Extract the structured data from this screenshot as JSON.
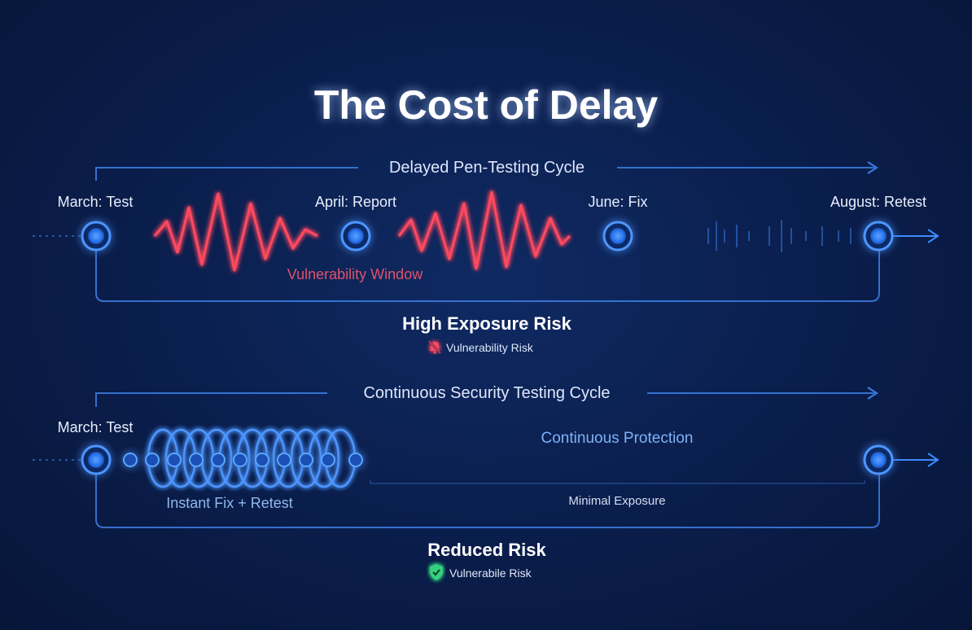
{
  "title": "The Cost of Delay",
  "delayed": {
    "heading": "Delayed Pen-Testing Cycle",
    "milestones": [
      "March: Test",
      "April: Report",
      "June: Fix",
      "August: Retest"
    ],
    "window_label": "Vulnerability Window",
    "risk_title": "High Exposure Risk",
    "risk_label": "Vulnerability Risk",
    "risk_icon": "bell-off-icon"
  },
  "continuous": {
    "heading": "Continuous Security Testing Cycle",
    "start_label": "March: Test",
    "protection_label": "Continuous Protection",
    "fix_label": "Instant Fix + Retest",
    "exposure_label": "Minimal Exposure",
    "risk_title": "Reduced Risk",
    "risk_label": "Vulnerabile Risk",
    "risk_icon": "shield-check-icon"
  },
  "colors": {
    "background": "#0a1d4a",
    "accent_blue": "#3d8bff",
    "risk_red": "#ff4a5e",
    "safe_green": "#35d07f"
  }
}
